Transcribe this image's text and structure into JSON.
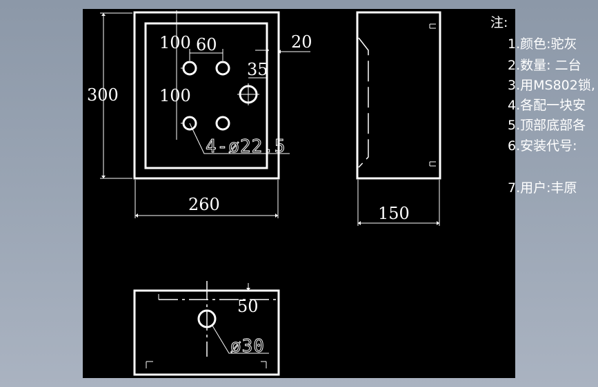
{
  "front_view": {
    "dim_height": "300",
    "dim_width": "260",
    "dim_top_offset": "100",
    "dim_hole_spacing_h": "60",
    "dim_hole_spacing_v": "100",
    "dim_side_margin": "20",
    "dim_lock_offset": "35",
    "hole_callout": "4-ø22.5"
  },
  "side_view": {
    "dim_depth": "150"
  },
  "bottom_view": {
    "dim_hole_offset": "50",
    "hole_callout": "ø30"
  },
  "notes": {
    "title": "注:",
    "items": [
      "1.颜色:驼灰",
      "2.数量: 二台",
      "3.用MS802锁,",
      "4.各配一块安",
      "5.顶部底部各",
      "6.安装代号:",
      "7.用户:丰原"
    ]
  }
}
